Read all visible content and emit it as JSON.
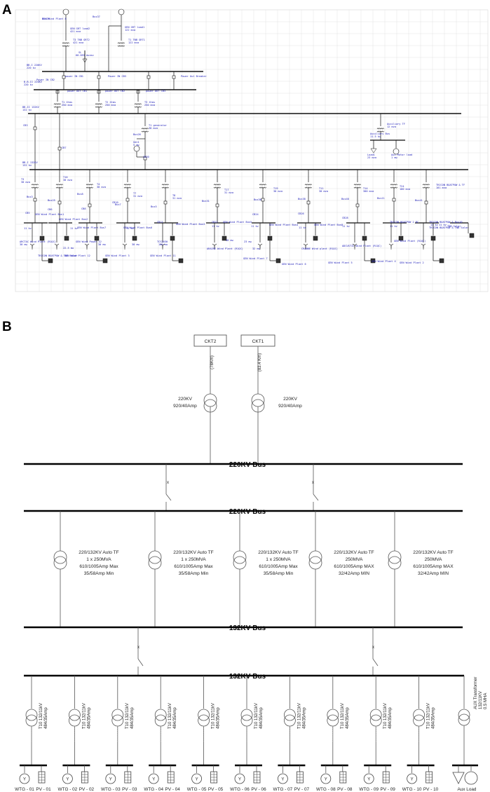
{
  "panels": {
    "a": "A",
    "b": "B"
  },
  "panel_a": {
    "labels": [
      "Bus29",
      "Bus37",
      "GEN GRT load2",
      "421 mva",
      "GEN GRT load1",
      "122 mva",
      "T3 TNB GRT2",
      "421 mva",
      "T1 TNB GRT1",
      "122 mva",
      "SL",
      "60.855 mvasc",
      "BB-I 220KV",
      "220 kv",
      "Power IN CB2",
      "power IN CB1",
      "Power IN CB3",
      "Power Out Breaker",
      "B.B-II 220KV",
      "220 kv",
      "power OUT CB1",
      "power OUT CB2",
      "power OUT CB3",
      "T1 Xtms",
      "250 mva",
      "T2 Xtms",
      "250 mva",
      "T3 Xtms",
      "250 mva",
      "BB-II 132KV",
      "132 kv",
      "CB3",
      "T1 generator",
      "30 mva",
      "Bus26",
      "Gen1",
      "5 mw",
      "CB20",
      "CB7",
      "Auxiliary TF",
      "12 mva",
      "Auxiliary Bus",
      "11.5 kv",
      "Load1",
      "23 mva",
      "Aux Motor load",
      "1 mw",
      "BB-I 132KV",
      "132 kv",
      "T3",
      "30 mva",
      "T10",
      "30 mva",
      "T4",
      "30 mva",
      "T7",
      "31 mva",
      "T8",
      "31 mva",
      "T17",
      "31 mva",
      "T19",
      "30 mva",
      "T11",
      "30 mva",
      "T14",
      "300 mva",
      "T24",
      "100 mva",
      "TRICON BOATPOW & TF",
      "101 mva",
      "Bus3",
      "Bus25",
      "Bus8",
      "Bus7",
      "Bus5",
      "Bus31",
      "Bus36",
      "Bus38",
      "Bus40",
      "Bus11",
      "Bus41",
      "CB5",
      "CB6",
      "CB8",
      "CB10",
      "CB11",
      "CB21",
      "CB24",
      "CB26",
      "CB28",
      "GEN Wind Plant Bus1",
      "GEN Wind Plant Bus2",
      "GEN Wind Plant Bus7",
      "GEN Wind Plant Bus6",
      "GEN Wind Plant Bus3",
      "GEN Wind Plant Bus5",
      "GEN Wind Plant Bus4",
      "GEN Wind Plant Bus8",
      "TRICON BOATPOW 2 BC",
      "TRICON BOATPOW & Bus10",
      "TRICON BOATPOW & TNB Solar",
      "TNB Solar",
      "11 kv",
      "11 kv",
      "11 kv",
      "11 kv",
      "11 kv",
      "11 kv",
      "11 kv",
      "11 kv",
      "11 kv",
      "11 kv",
      "ARCTAC Wind Plant (R1QC)",
      "30 mw",
      "22.5 mw",
      "GEN Wind Power 12",
      "30 mw",
      "30 mw",
      "TCS2030",
      "100 mw",
      "ARAIRE Wind Plant (R1QC)",
      "30 mw",
      "23 mw",
      "32 mw",
      "CRANNE Wind plant (R1QC)",
      "ADCUSTIC Wind Plant (R1QC)",
      "GEN Wind Plant (R1QC)",
      "TRICON BOATPOW & TNB Solar",
      "GEN Wind Plant 12",
      "GEN Wind Plant 11",
      "GEN Wind Plant 3",
      "GEN Wind Plant 7",
      "GEN Wind Plant 6",
      "GEN Wind Plant 5",
      "GEN Wind Plant 4",
      "GEN Wind Plant 2",
      "GEN Wind Plant 8"
    ]
  },
  "panel_b": {
    "circuits": [
      {
        "name": "CKT2",
        "distance": "(78Km)",
        "rating": "220KV\n920/40Amp"
      },
      {
        "name": "CKT1",
        "distance": "(83.4 Km)",
        "rating": "220KV\n920/40Amp"
      }
    ],
    "buses": {
      "bus220_upper": "220KV Bus",
      "bus220_lower": "220KV Bus",
      "bus132_upper": "132KV Bus",
      "bus132_lower": "132KV Bus"
    },
    "auto_transformers": [
      {
        "lines": [
          "220/132KV Auto TF",
          "1 x 250MVA",
          "610/1005Amp Max",
          "35/58Amp Min"
        ]
      },
      {
        "lines": [
          "220/132KV Auto TF",
          "1 x 250MVA",
          "610/1005Amp Max",
          "35/58Amp Min"
        ]
      },
      {
        "lines": [
          "220/132KV Auto TF",
          "1 x 250MVA",
          "610/1005Amp Max",
          "35/58Amp Min"
        ]
      },
      {
        "lines": [
          "220/132KV Auto TF",
          "250MVA",
          "610/1005Amp MAX",
          "32/42Amp MIN"
        ]
      },
      {
        "lines": [
          "220/132KV Auto TF",
          "250MVA",
          "610/1005Amp MAX",
          "32/42Amp MIN"
        ]
      }
    ],
    "feeder_transformer": {
      "line1": "T10 132/11kV",
      "line2": "484/35Amp"
    },
    "aux_transformer": {
      "lines": [
        "AUX Transformer",
        "132/11KV",
        "0.5 MHA"
      ]
    },
    "aux_load": "Aux Load",
    "feeders": [
      {
        "wtg": "WTG - 01",
        "pv": "PV - 01"
      },
      {
        "wtg": "WTG - 02",
        "pv": "PV - 02"
      },
      {
        "wtg": "WTG - 03",
        "pv": "PV - 03"
      },
      {
        "wtg": "WTG - 04",
        "pv": "PV - 04"
      },
      {
        "wtg": "WTG - 05",
        "pv": "PV - 05"
      },
      {
        "wtg": "WTG - 06",
        "pv": "PV - 06"
      },
      {
        "wtg": "WTG - 07",
        "pv": "PV - 07"
      },
      {
        "wtg": "WTG - 08",
        "pv": "PV - 08"
      },
      {
        "wtg": "WTG - 09",
        "pv": "PV - 09"
      },
      {
        "wtg": "WTG - 10",
        "pv": "PV - 10"
      }
    ],
    "wtg_symbol": "Y"
  }
}
